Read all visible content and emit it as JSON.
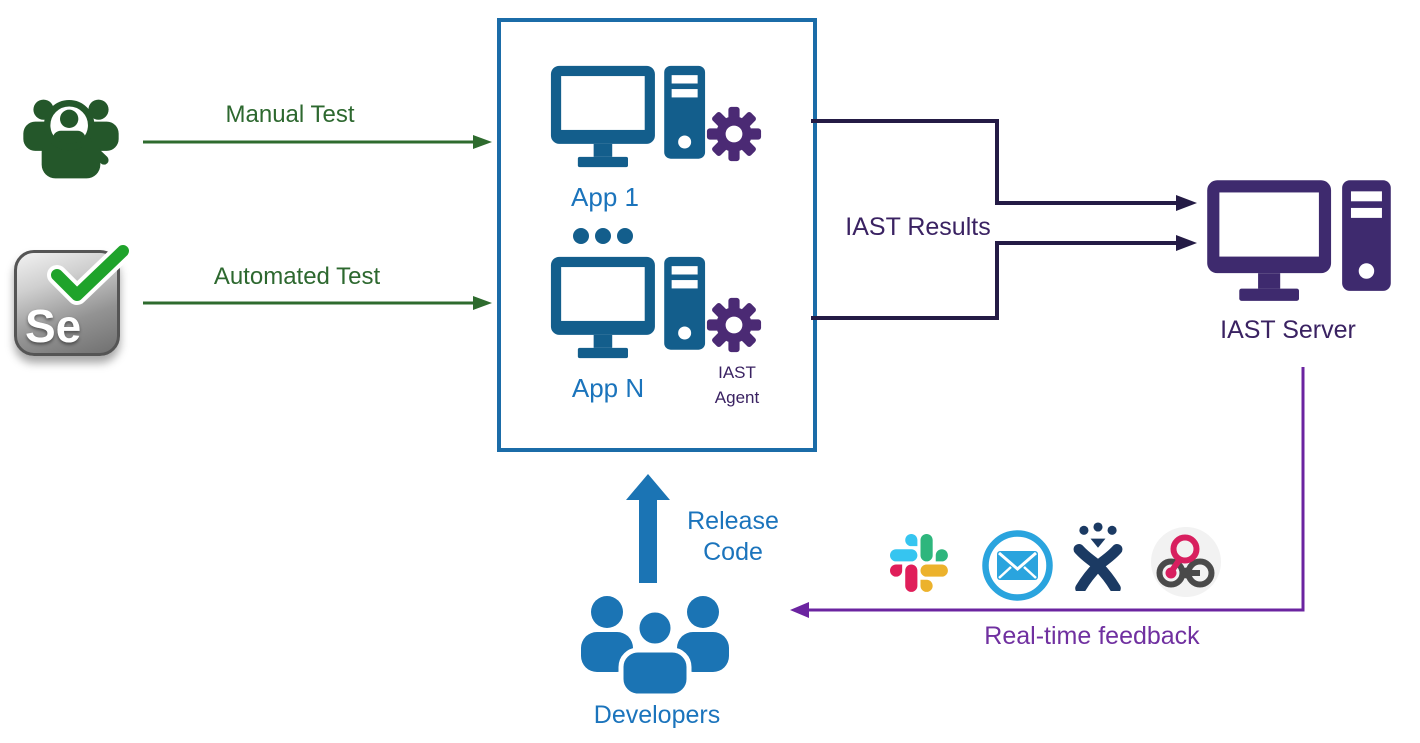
{
  "labels": {
    "manual_test": "Manual Test",
    "automated_test": "Automated Test",
    "app_1": "App 1",
    "app_n": "App N",
    "iast_agent": "IAST Agent",
    "iast_results": "IAST Results",
    "iast_server": "IAST Server",
    "release_code": "Release Code",
    "developers": "Developers",
    "realtime_feedback": "Real-time feedback",
    "selenium_logo_text": "Se"
  },
  "icons": {
    "manual_testers": "people-with-magnifier-icon",
    "automated_test": "selenium-logo-icon",
    "app_instance": "desktop-computer-icon",
    "iast_agent": "gear-icon",
    "more_apps": "ellipsis-dots-icon",
    "iast_server": "server-computer-icon",
    "developers": "developers-group-icon",
    "feedback_channels": [
      "slack-icon",
      "email-icon",
      "jira-icon",
      "webhook-icon"
    ]
  },
  "colors": {
    "green_text": "#2d682f",
    "green_icon": "#24572a",
    "blue_text": "#1b74bc",
    "blue_icon": "#135e8c",
    "box_border": "#1b6ca8",
    "gear_purple": "#4b2a74",
    "server_purple": "#3e2a6e",
    "iast_text_purple": "#3a2262",
    "dark_wire": "#241b45",
    "feedback_purple": "#7030a0",
    "slack_blue": "#36C5F0",
    "slack_green": "#2EB67D",
    "slack_yellow": "#ECB22C",
    "slack_red": "#E01E5A",
    "email_blue": "#2aa4de",
    "jira_navy": "#1b3a63",
    "webhook_pink": "#d81f5f",
    "webhook_gray": "#4a4a4a"
  }
}
